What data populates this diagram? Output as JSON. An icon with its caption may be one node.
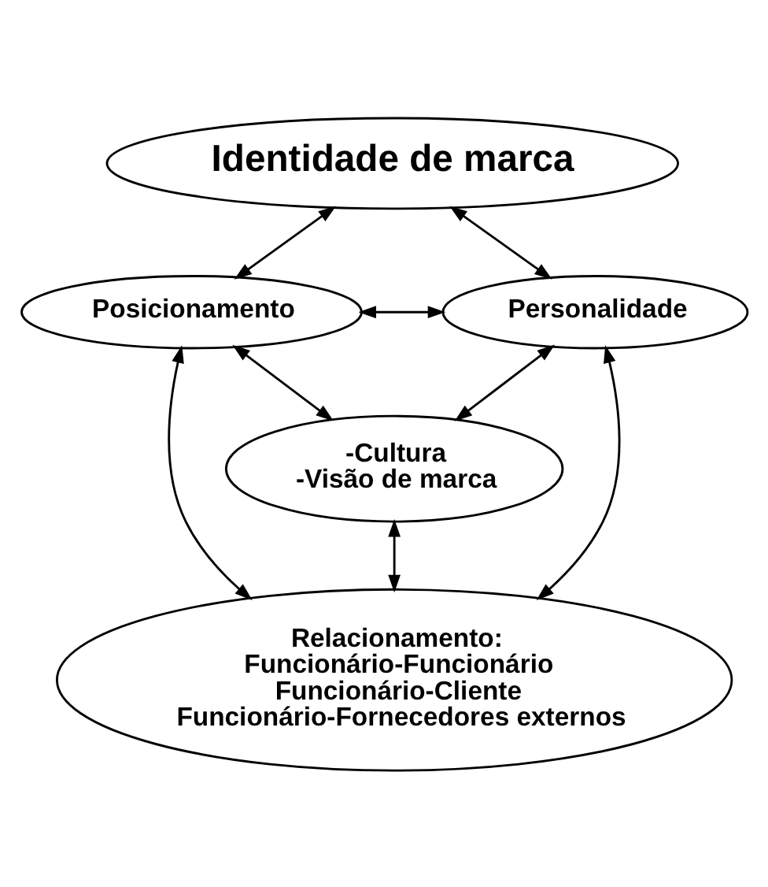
{
  "diagram": {
    "nodes": [
      {
        "text": [
          "Identidade de marca"
        ]
      },
      {
        "text": [
          "Posicionamento"
        ]
      },
      {
        "text": [
          "Personalidade"
        ]
      },
      {
        "text": [
          "-Cultura",
          "-Visão de marca"
        ]
      },
      {
        "text": [
          "Relacionamento:",
          "Funcionário-Funcionário",
          "Funcionário-Cliente",
          "Funcionário-Fornecedores externos"
        ]
      }
    ],
    "edges": [
      {
        "from": 1,
        "to": 2,
        "arrow": "both"
      },
      {
        "from": 1,
        "to": 0,
        "arrow": "both"
      },
      {
        "from": 2,
        "to": 0,
        "arrow": "both"
      },
      {
        "from": 1,
        "to": 3,
        "arrow": "both"
      },
      {
        "from": 2,
        "to": 3,
        "arrow": "both"
      },
      {
        "from": 3,
        "to": 4,
        "arrow": "both"
      },
      {
        "from": 1,
        "to": 4,
        "arrow": "both"
      },
      {
        "from": 2,
        "to": 4,
        "arrow": "both"
      }
    ]
  }
}
